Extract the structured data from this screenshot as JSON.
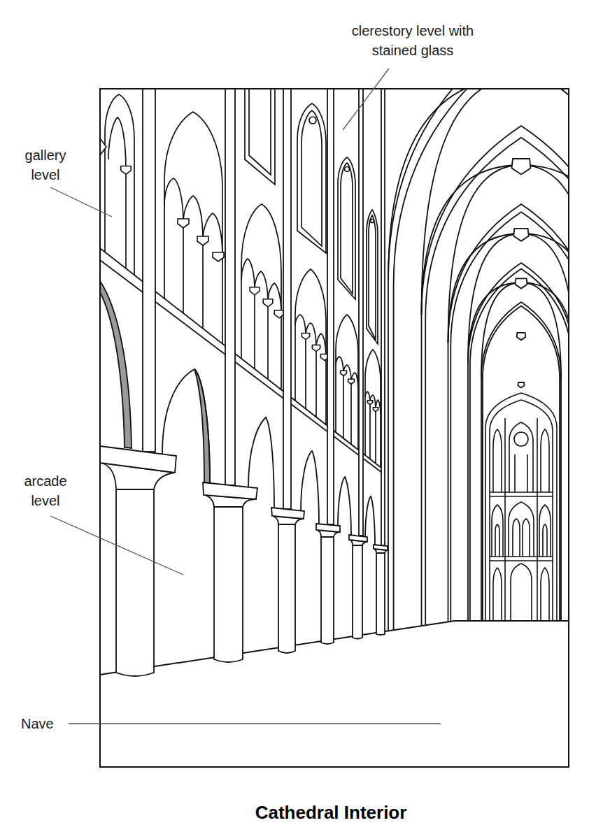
{
  "diagram": {
    "title": "Cathedral Interior",
    "labels": [
      "clerestory level with stained glass",
      "gallery level",
      "arcade level",
      "Nave"
    ]
  }
}
